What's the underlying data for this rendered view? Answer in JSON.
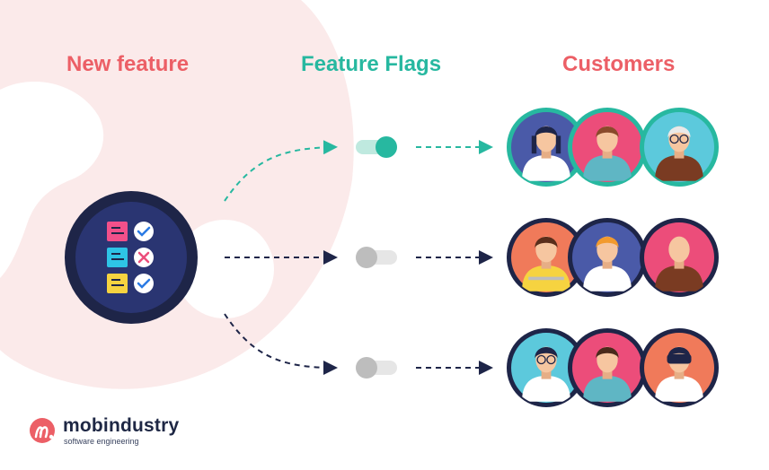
{
  "headings": {
    "new_feature": "New feature",
    "feature_flags": "Feature Flags",
    "customers": "Customers"
  },
  "flags": [
    {
      "state": "on",
      "color": "#27b8a0"
    },
    {
      "state": "off",
      "color": "#bdbdbd"
    },
    {
      "state": "off",
      "color": "#bdbdbd"
    }
  ],
  "customer_groups": [
    {
      "enabled": true,
      "ring": "#27b8a0",
      "avatars": [
        {
          "bg": "#4a5aa8",
          "kind": "woman-scientist"
        },
        {
          "bg": "#ec4d7a",
          "kind": "man-teal"
        },
        {
          "bg": "#5cc9dc",
          "kind": "grandpa"
        }
      ]
    },
    {
      "enabled": false,
      "ring": "#1e2548",
      "avatars": [
        {
          "bg": "#f07a5a",
          "kind": "worker-vest"
        },
        {
          "bg": "#4a5aa8",
          "kind": "woman-orange"
        },
        {
          "bg": "#ec4d7a",
          "kind": "bald-man"
        }
      ]
    },
    {
      "enabled": false,
      "ring": "#1e2548",
      "avatars": [
        {
          "bg": "#5cc9dc",
          "kind": "man-glasses"
        },
        {
          "bg": "#ec4d7a",
          "kind": "man-overalls"
        },
        {
          "bg": "#f07a5a",
          "kind": "vr-man"
        }
      ]
    }
  ],
  "checklist": {
    "items": [
      {
        "note": "#f2508a",
        "status": "check"
      },
      {
        "note": "#2ec4e6",
        "status": "cross"
      },
      {
        "note": "#f6d340",
        "status": "check"
      }
    ]
  },
  "colors": {
    "accent_red": "#ec5f66",
    "accent_teal": "#27b8a0",
    "navy": "#1e2548"
  },
  "logo": {
    "name": "mobindustry",
    "tagline": "software engineering"
  }
}
